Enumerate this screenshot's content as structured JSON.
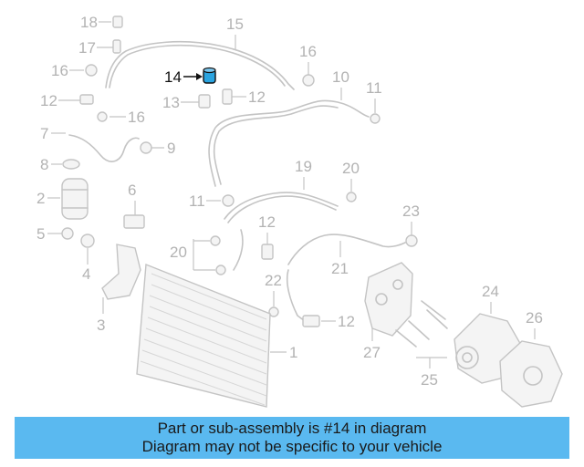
{
  "diagram": {
    "callouts": [
      "18",
      "15",
      "17",
      "16",
      "16",
      "10",
      "14",
      "11",
      "12",
      "13",
      "12",
      "16",
      "7",
      "9",
      "8",
      "19",
      "20",
      "2",
      "6",
      "11",
      "23",
      "12",
      "5",
      "20",
      "21",
      "4",
      "22",
      "24",
      "26",
      "1",
      "12",
      "3",
      "27",
      "25"
    ],
    "highlight_color": "#2aa4e0",
    "accent_color": "#5ab9f0"
  },
  "banner": {
    "line1": "Part or sub-assembly is #14 in diagram",
    "line2": "Diagram may not be specific to your vehicle"
  }
}
